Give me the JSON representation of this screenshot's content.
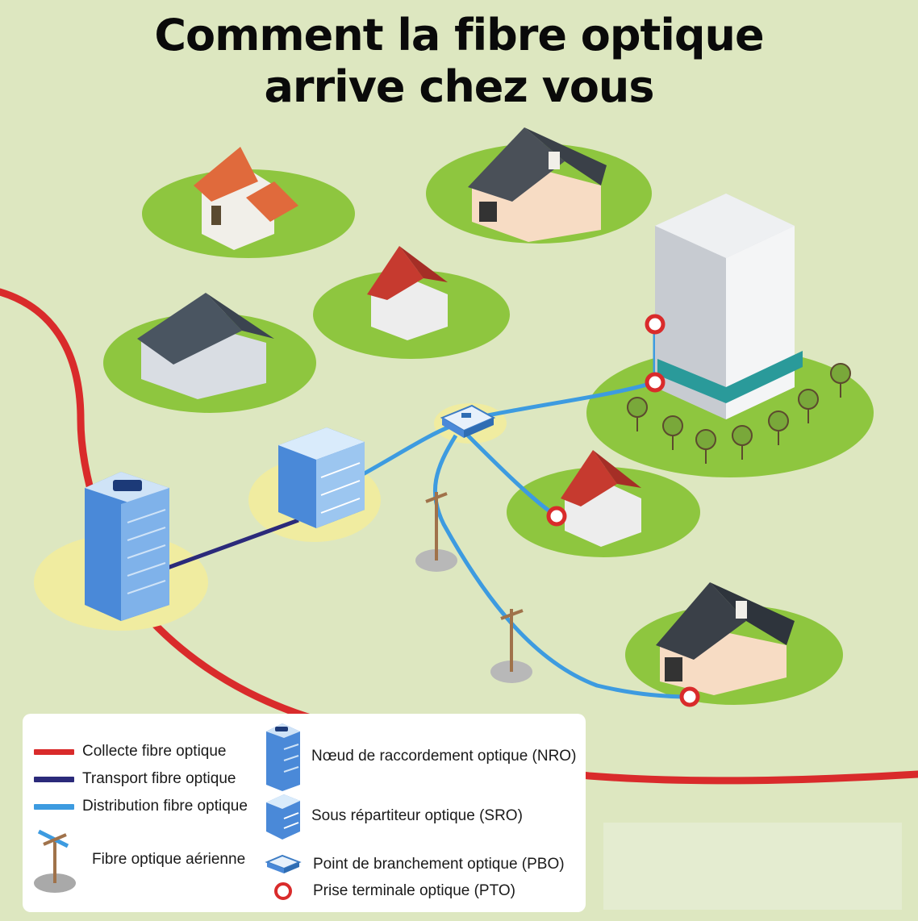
{
  "title": {
    "line1": "Comment la fibre optique",
    "line2": "arrive chez vous"
  },
  "colors": {
    "background": "#dde7c0",
    "collecte": "#d92b2b",
    "transport": "#2b2a7a",
    "distribution": "#3d9be0",
    "pto": "#d92b2b",
    "lawn": "#8ec63f",
    "halo": "#f0eca0"
  },
  "legend": {
    "collecte": "Collecte fibre optique",
    "transport": "Transport fibre optique",
    "distribution": "Distribution fibre optique",
    "aerienne": "Fibre optique aérienne",
    "nro": "Nœud de raccordement optique (NRO)",
    "sro": "Sous répartiteur optique (SRO)",
    "pbo": "Point de branchement optique (PBO)",
    "pto": "Prise terminale optique (PTO)"
  },
  "icons": {
    "nro": "server-rack-tall-icon",
    "sro": "server-rack-short-icon",
    "pbo": "junction-box-icon",
    "pto": "terminal-outlet-ring-icon",
    "pole": "utility-pole-icon"
  }
}
